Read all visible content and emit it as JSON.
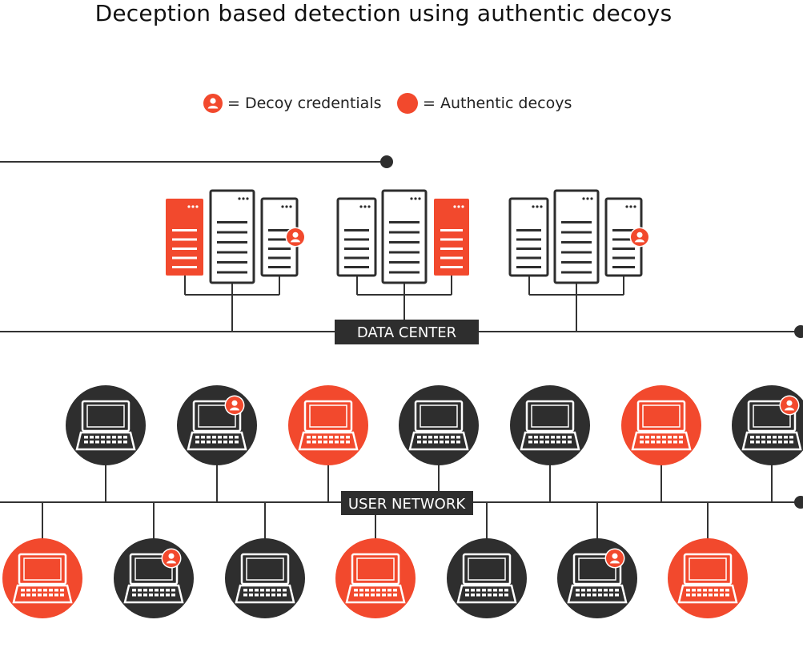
{
  "title": "Deception based detection using authentic decoys",
  "legend": {
    "decoy_credentials": "= Decoy credentials",
    "authentic_decoys": "= Authentic decoys"
  },
  "labels": {
    "data_center": "DATA CENTER",
    "user_network": "USER NETWORK"
  },
  "colors": {
    "decoy": "#f2492d",
    "normal": "#2e2e2e",
    "line": "#333333"
  },
  "server_groups": [
    {
      "servers": [
        "authentic-decoy",
        "normal",
        "decoy-credentials"
      ]
    },
    {
      "servers": [
        "normal",
        "normal",
        "authentic-decoy"
      ]
    },
    {
      "servers": [
        "normal",
        "normal",
        "decoy-credentials"
      ]
    }
  ],
  "laptops_top_row": [
    "normal",
    "decoy-credentials",
    "authentic-decoy",
    "normal",
    "normal",
    "authentic-decoy",
    "decoy-credentials"
  ],
  "laptops_bottom_row": [
    "authentic-decoy",
    "decoy-credentials",
    "normal",
    "authentic-decoy",
    "normal",
    "decoy-credentials",
    "authentic-decoy"
  ],
  "icons": {
    "decoy_credentials": "user-badge-icon",
    "authentic_decoys": "red-dot-icon",
    "server": "server-icon",
    "laptop": "laptop-icon"
  }
}
